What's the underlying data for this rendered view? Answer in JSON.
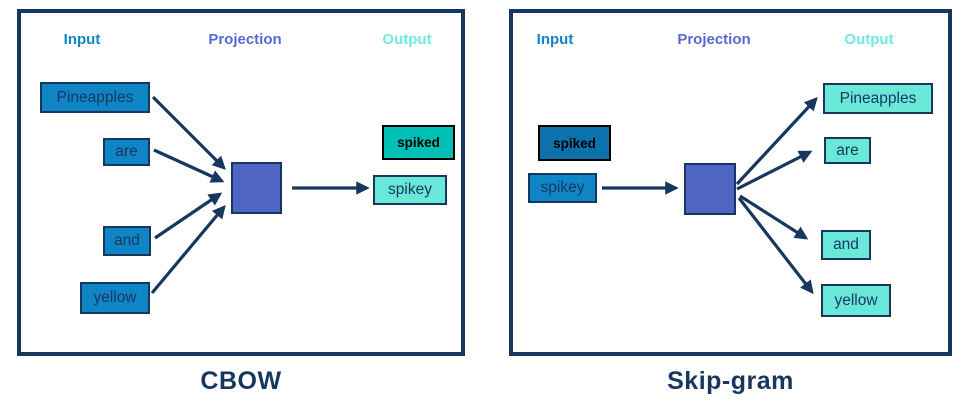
{
  "colors": {
    "navy": "#17375f",
    "blue": "#0f85c6",
    "dark_blue": "#0d72ab",
    "teal": "#00c0b5",
    "light_turquoise": "#69e8d8",
    "purple": "#5064c4",
    "header_blue": "#0f85c6",
    "header_purple": "#5a68d4",
    "header_turquoise": "#6fe9dc",
    "black": "#000000"
  },
  "cbow": {
    "caption": "CBOW",
    "headers": {
      "input": "Input",
      "projection": "Projection",
      "output": "Output"
    },
    "inputs": [
      "Pineapples",
      "are",
      "and",
      "yellow"
    ],
    "center_word": "spiked",
    "outputs": [
      "spikey"
    ],
    "edges": [
      "Pineapples -> projection",
      "are -> projection",
      "and -> projection",
      "yellow -> projection",
      "projection -> spikey"
    ]
  },
  "skipgram": {
    "caption": "Skip-gram",
    "headers": {
      "input": "Input",
      "projection": "Projection",
      "output": "Output"
    },
    "inputs": [
      "spikey"
    ],
    "center_word": "spiked",
    "outputs": [
      "Pineapples",
      "are",
      "and",
      "yellow"
    ],
    "edges": [
      "spikey -> projection",
      "projection -> Pineapples",
      "projection -> are",
      "projection -> and",
      "projection -> yellow"
    ]
  }
}
